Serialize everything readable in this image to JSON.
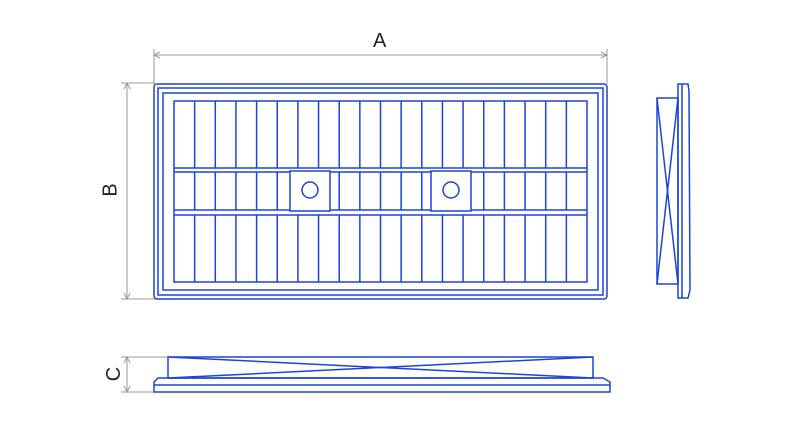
{
  "diagram": {
    "dimension_labels": {
      "width": "A",
      "height": "B",
      "depth": "C"
    },
    "views": [
      "front-view",
      "side-view",
      "bottom-view"
    ],
    "colors": {
      "outline": "#1d43d8",
      "dimension_line": "#9a9a9a",
      "label_text": "#222222",
      "background": "#ffffff"
    },
    "front_view": {
      "vertical_pleat_count": 20,
      "mounting_hole_count": 2
    }
  }
}
